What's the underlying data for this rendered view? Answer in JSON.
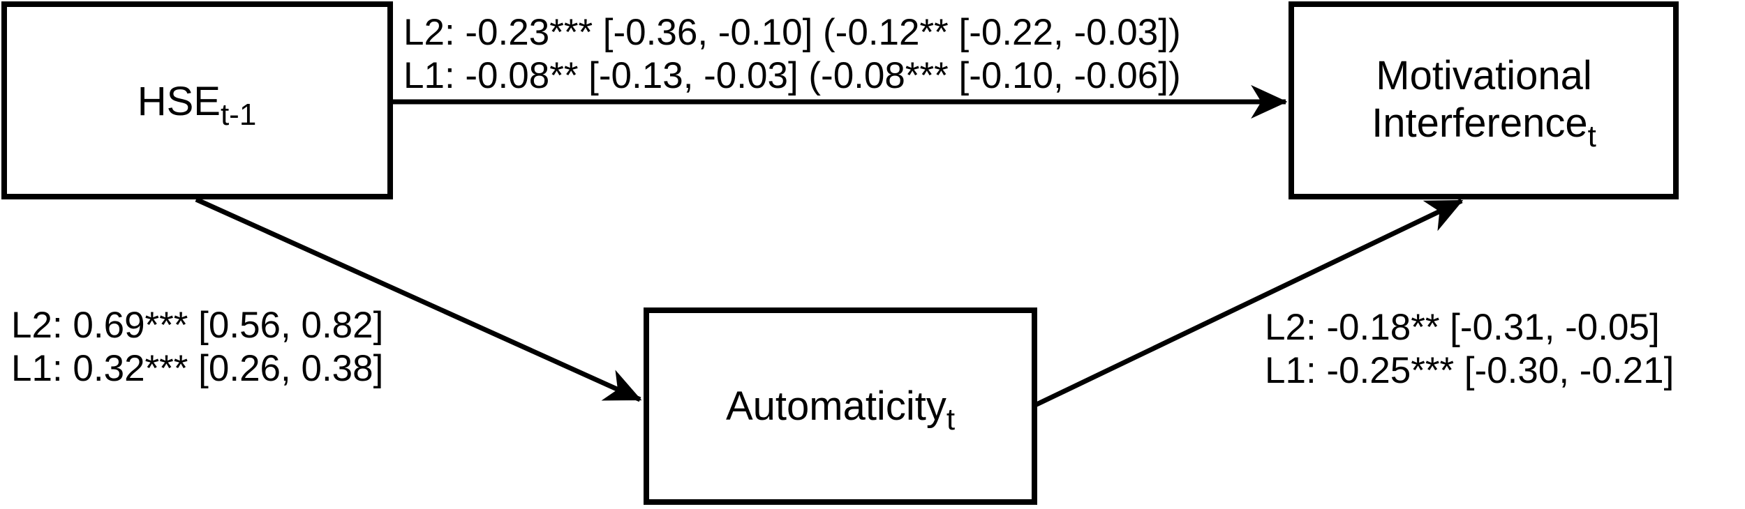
{
  "figure": {
    "type": "mediation-path-diagram",
    "background_color": "#ffffff",
    "line_color": "#000000",
    "nodes": {
      "hse": {
        "name": "HSE",
        "subscript": "t-1"
      },
      "motivational_interference": {
        "line1": "Motivational",
        "line2": "Interference",
        "subscript": "t"
      },
      "automaticity": {
        "name": "Automaticity",
        "subscript": "t"
      }
    },
    "edges": {
      "hse_to_motivational_interference": {
        "from": "hse",
        "to": "motivational_interference",
        "l2": "L2: -0.23*** [-0.36, -0.10] (-0.12** [-0.22, -0.03])",
        "l1": "L1: -0.08** [-0.13, -0.03] (-0.08*** [-0.10, -0.06])"
      },
      "hse_to_automaticity": {
        "from": "hse",
        "to": "automaticity",
        "l2": "L2: 0.69*** [0.56, 0.82]",
        "l1": "L1: 0.32*** [0.26, 0.38]"
      },
      "automaticity_to_motivational_interference": {
        "from": "automaticity",
        "to": "motivational_interference",
        "l2": "L2: -0.18** [-0.31, -0.05]",
        "l1": "L1: -0.25*** [-0.30, -0.21]"
      }
    }
  }
}
